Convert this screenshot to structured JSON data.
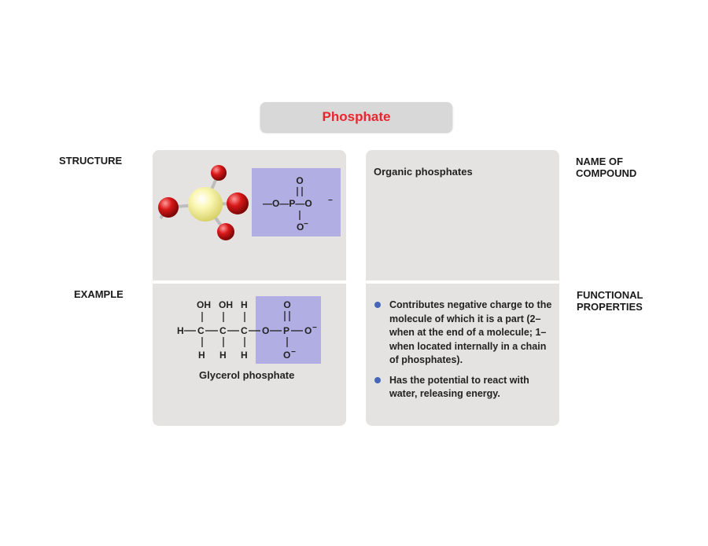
{
  "title": "Phosphate",
  "labels": {
    "structure": "STRUCTURE",
    "example": "EXAMPLE",
    "name_of_compound": "NAME OF\nCOMPOUND",
    "functional_properties": "FUNCTIONAL\nPROPERTIES"
  },
  "name_of_compound_value": "Organic phosphates",
  "example_caption": "Glycerol phosphate",
  "structure_formula": {
    "top_o": "O",
    "left": "—O—P—O",
    "left_charge": "−",
    "bottom_o": "O",
    "bottom_charge": "−"
  },
  "glycerol_formula": {
    "row1": [
      "OH",
      "OH",
      "H"
    ],
    "row2_h": "H",
    "row2_c": [
      "C",
      "C",
      "C"
    ],
    "row2_o": "O",
    "row2_p": "P",
    "row2_o_end": "O",
    "row3": [
      "H",
      "H",
      "H"
    ],
    "p_top_o": "O",
    "p_bottom_o": "O",
    "charge": "−"
  },
  "functional_properties_items": [
    "Contributes negative charge to the molecule of which it is a part (2– when at the end of a molecule; 1– when located internally in a chain of phosphates).",
    "Has the potential to react with water, releasing energy."
  ],
  "colors": {
    "title": "#e8262e",
    "panel": "#e5e3e1",
    "highlight_box": "#b1aee3",
    "bullet": "#4466bb",
    "oxygen_atom": "#d41a1a",
    "phosphorus_atom": "#f2ef9a"
  }
}
